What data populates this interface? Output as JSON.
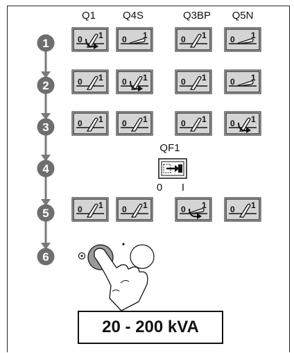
{
  "columns": [
    "Q1",
    "Q4S",
    "Q3BP",
    "Q5N"
  ],
  "steps": [
    "1",
    "2",
    "3",
    "4",
    "5",
    "6"
  ],
  "qf1": {
    "label": "QF1",
    "pos_0": "0",
    "pos_1": "I"
  },
  "switch_marks": {
    "off": "0",
    "on": "1"
  },
  "switch_rows": [
    [
      "rotate",
      "toggle-flat",
      "lever",
      "toggle-flat"
    ],
    [
      "lever",
      "rotate",
      "lever",
      "toggle-flat"
    ],
    [
      "lever",
      "lever",
      "lever",
      "rotate"
    ],
    null,
    [
      "lever",
      "lever",
      "rotate-flat",
      "lever"
    ]
  ],
  "rating": "20 - 200 kVA",
  "colors": {
    "step_circle": "#6e6e6e",
    "box_fill": "#d4d4d4",
    "arrow": "#7a7a7a"
  }
}
